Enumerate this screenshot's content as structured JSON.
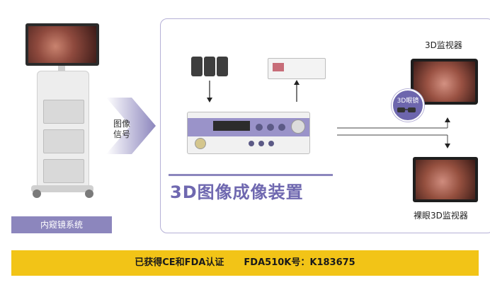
{
  "left_system": {
    "label": "内窥镜系统"
  },
  "signal_arrow": {
    "line1": "图像",
    "line2": "信号"
  },
  "center_device": {
    "title": "3D图像成像装置"
  },
  "monitors": {
    "top_label": "3D监视器",
    "glasses_label": "3D眼镜",
    "bottom_label": "裸眼3D监视器"
  },
  "footer": {
    "certification": "已获得CE和FDA认证",
    "fda_number": "FDA510K号：K183675"
  },
  "colors": {
    "accent": "#8c86bd",
    "footer_bg": "#f2c417",
    "title": "#6f68b0"
  }
}
